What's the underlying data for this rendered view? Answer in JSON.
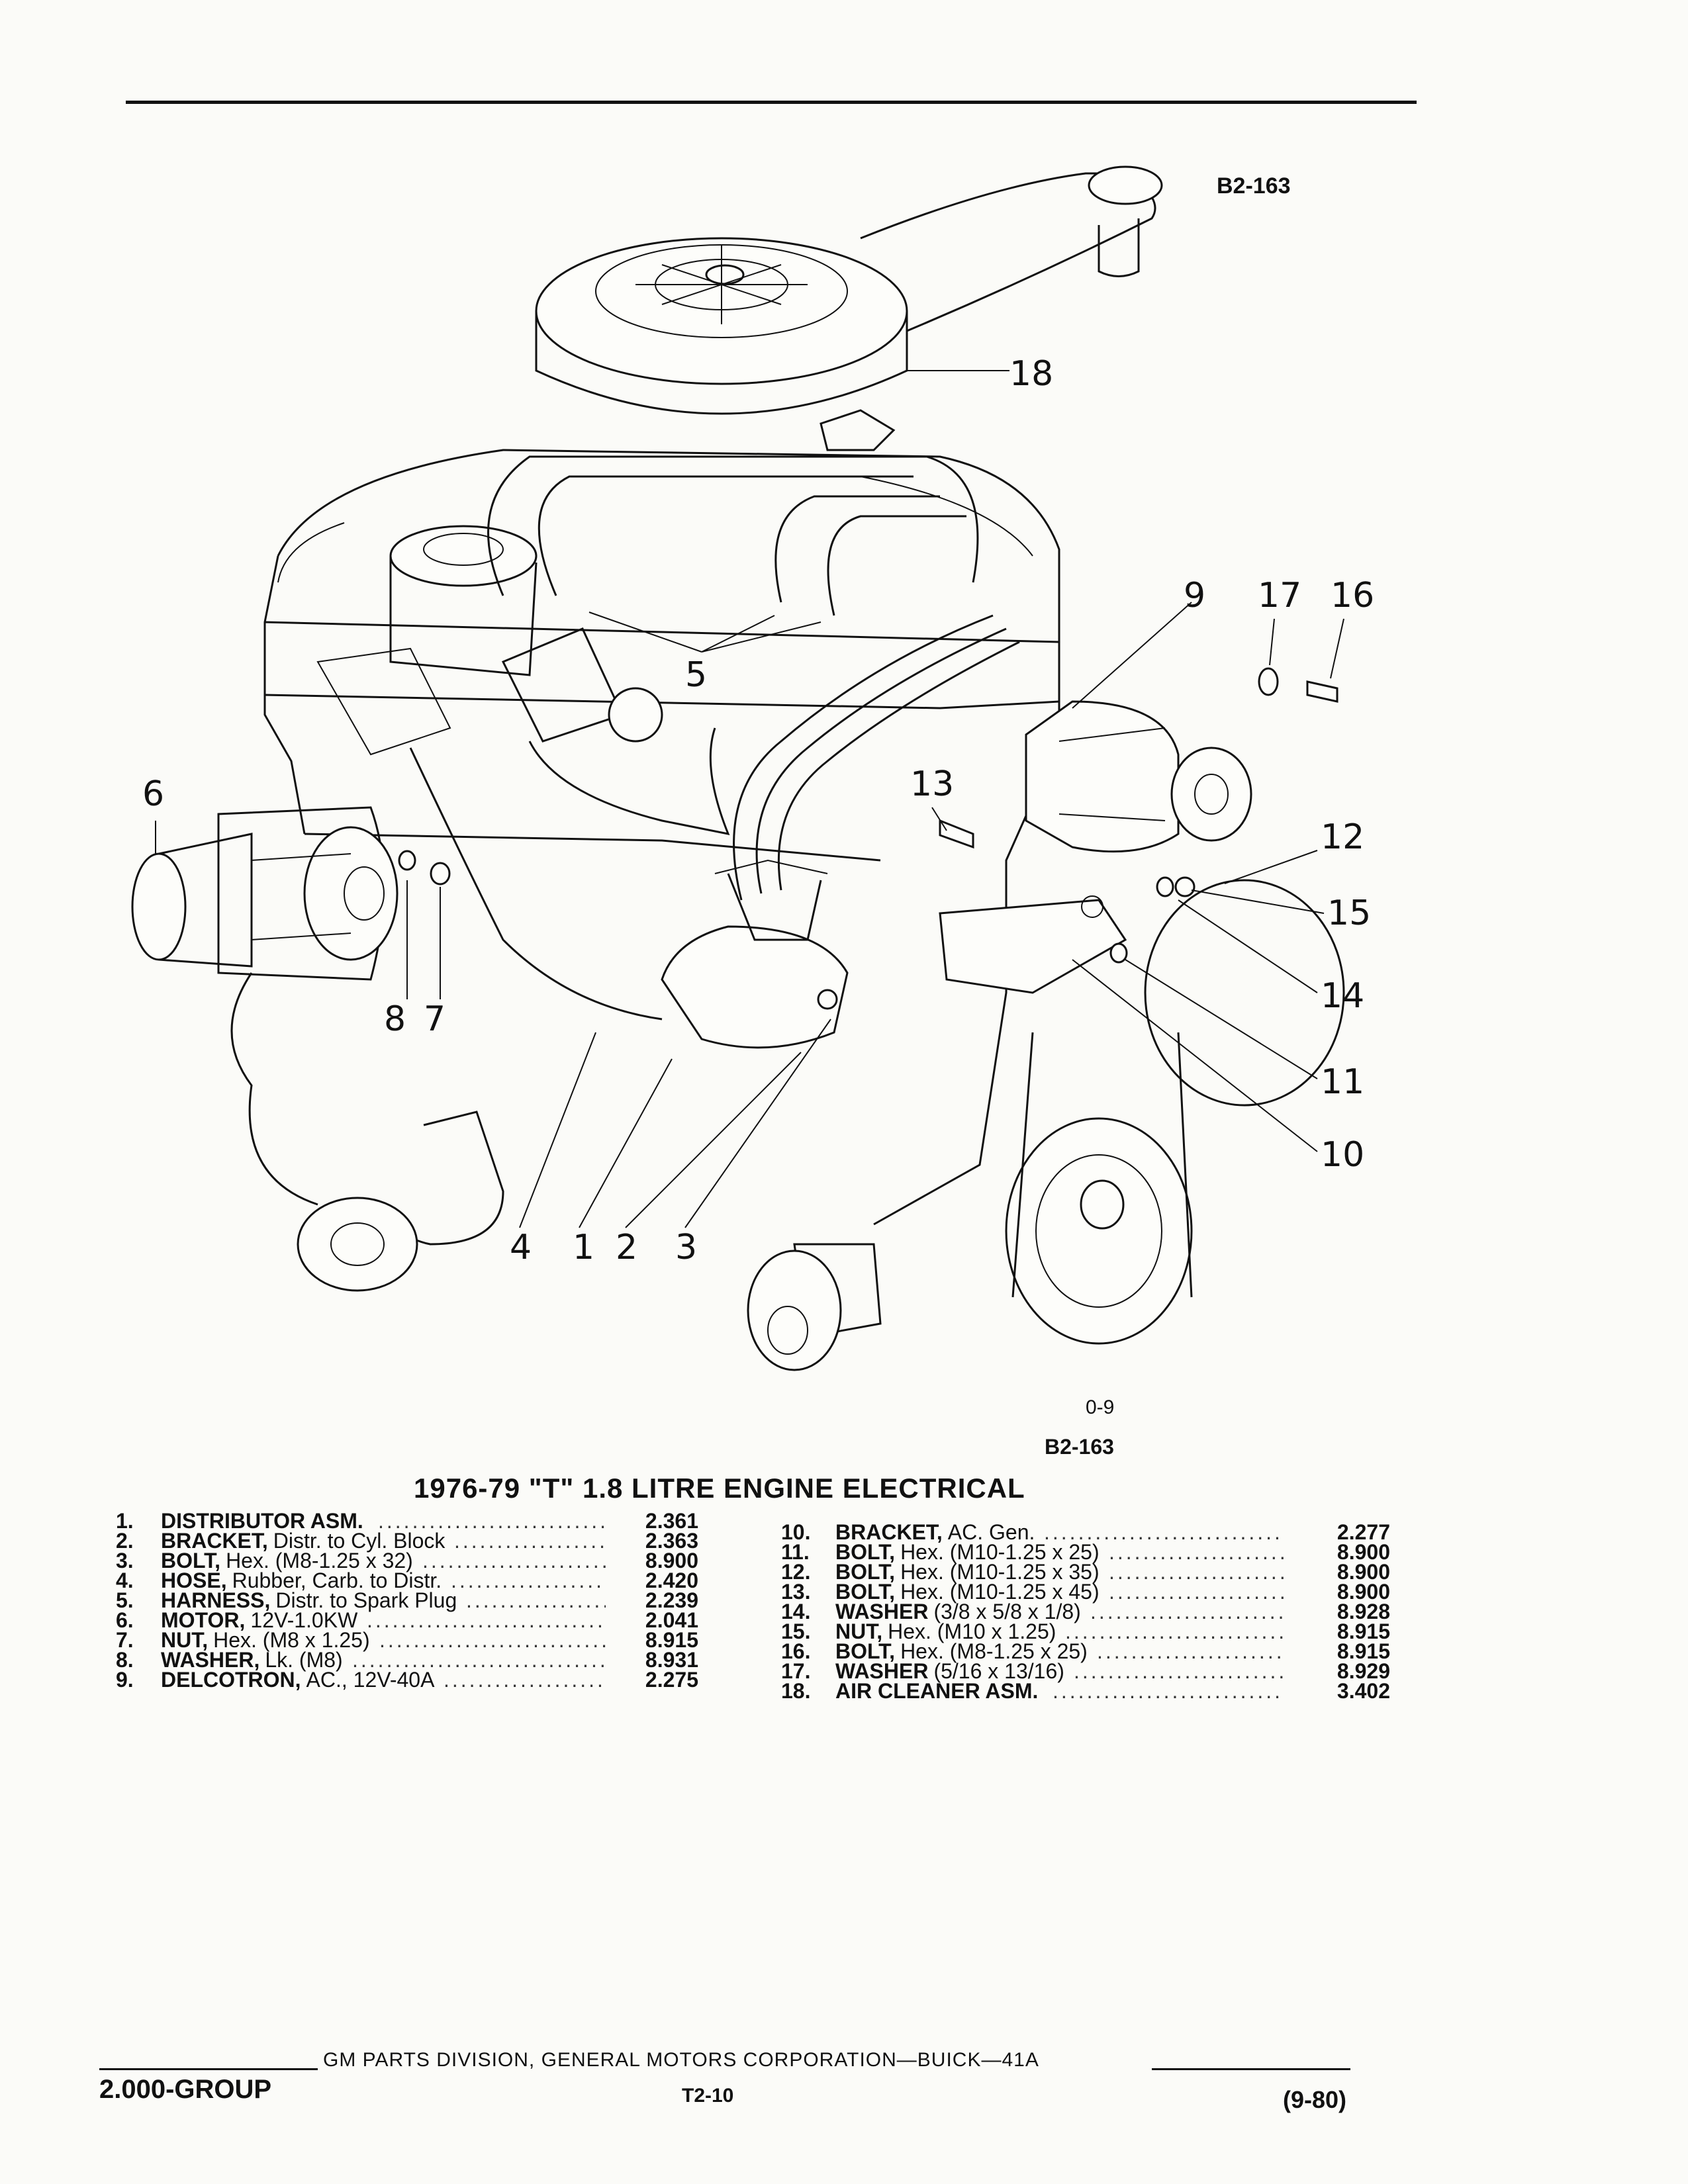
{
  "figure": {
    "code_top": "B2-163",
    "code_bottom": "B2-163",
    "sub_code": "0-9",
    "callouts": [
      "1",
      "2",
      "3",
      "4",
      "5",
      "6",
      "7",
      "8",
      "9",
      "10",
      "11",
      "12",
      "13",
      "14",
      "15",
      "16",
      "17",
      "18"
    ]
  },
  "title": "1976-79 \"T\" 1.8 LITRE ENGINE ELECTRICAL",
  "parts_left": [
    {
      "num": "1.",
      "name": "DISTRIBUTOR ASM.",
      "desc": "",
      "group": "2.361"
    },
    {
      "num": "2.",
      "name": "BRACKET,",
      "desc": "Distr. to Cyl. Block",
      "group": "2.363"
    },
    {
      "num": "3.",
      "name": "BOLT,",
      "desc": "Hex. (M8-1.25 x 32)",
      "group": "8.900"
    },
    {
      "num": "4.",
      "name": "HOSE,",
      "desc": "Rubber, Carb. to Distr.",
      "group": "2.420"
    },
    {
      "num": "5.",
      "name": "HARNESS,",
      "desc": "Distr. to Spark Plug",
      "group": "2.239"
    },
    {
      "num": "6.",
      "name": "MOTOR,",
      "desc": "12V-1.0KW",
      "group": "2.041"
    },
    {
      "num": "7.",
      "name": "NUT,",
      "desc": "Hex. (M8 x 1.25)",
      "group": "8.915"
    },
    {
      "num": "8.",
      "name": "WASHER,",
      "desc": "Lk. (M8)",
      "group": "8.931"
    },
    {
      "num": "9.",
      "name": "DELCOTRON,",
      "desc": "AC., 12V-40A",
      "group": "2.275"
    }
  ],
  "parts_right": [
    {
      "num": "10.",
      "name": "BRACKET,",
      "desc": "AC. Gen.",
      "group": "2.277"
    },
    {
      "num": "11.",
      "name": "BOLT,",
      "desc": "Hex. (M10-1.25 x 25)",
      "group": "8.900"
    },
    {
      "num": "12.",
      "name": "BOLT,",
      "desc": "Hex. (M10-1.25 x 35)",
      "group": "8.900"
    },
    {
      "num": "13.",
      "name": "BOLT,",
      "desc": "Hex. (M10-1.25 x 45)",
      "group": "8.900"
    },
    {
      "num": "14.",
      "name": "WASHER",
      "desc": "(3/8 x 5/8 x 1/8)",
      "group": "8.928"
    },
    {
      "num": "15.",
      "name": "NUT,",
      "desc": "Hex. (M10 x 1.25)",
      "group": "8.915"
    },
    {
      "num": "16.",
      "name": "BOLT,",
      "desc": "Hex. (M8-1.25 x 25)",
      "group": "8.915"
    },
    {
      "num": "17.",
      "name": "WASHER",
      "desc": "(5/16 x 13/16)",
      "group": "8.929"
    },
    {
      "num": "18.",
      "name": "AIR CLEANER ASM.",
      "desc": "",
      "group": "3.402"
    }
  ],
  "footer": {
    "group_label": "2.000-GROUP",
    "division": "GM PARTS DIVISION, GENERAL MOTORS CORPORATION—BUICK—41A",
    "page_code": "T2-10",
    "date_code": "(9-80)"
  }
}
